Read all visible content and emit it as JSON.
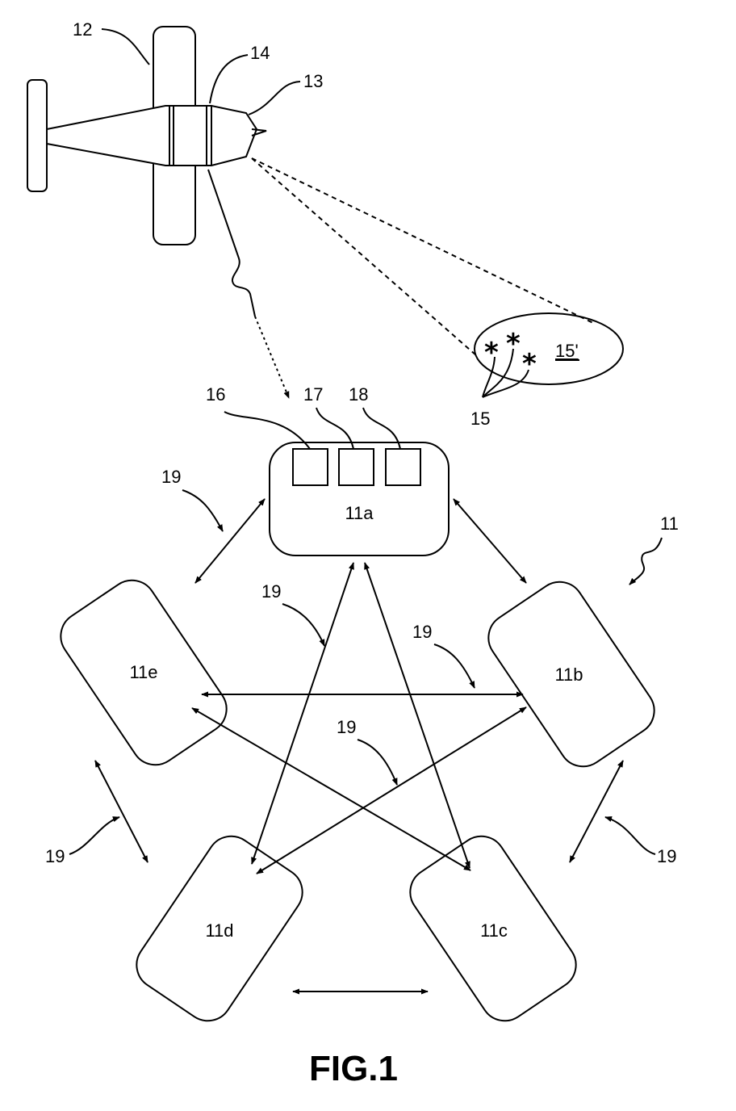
{
  "figure": {
    "caption": "FIG.1",
    "refs": {
      "aircraft": "12",
      "sensor_band": "14",
      "nose": "13",
      "target_area": "15'",
      "targets": "15",
      "unit_a": "16",
      "unit_b": "17",
      "unit_c": "18",
      "network": "11",
      "link": "19"
    },
    "nodes": {
      "a": "11a",
      "b": "11b",
      "c": "11c",
      "d": "11d",
      "e": "11e"
    },
    "target_marker": "*"
  }
}
